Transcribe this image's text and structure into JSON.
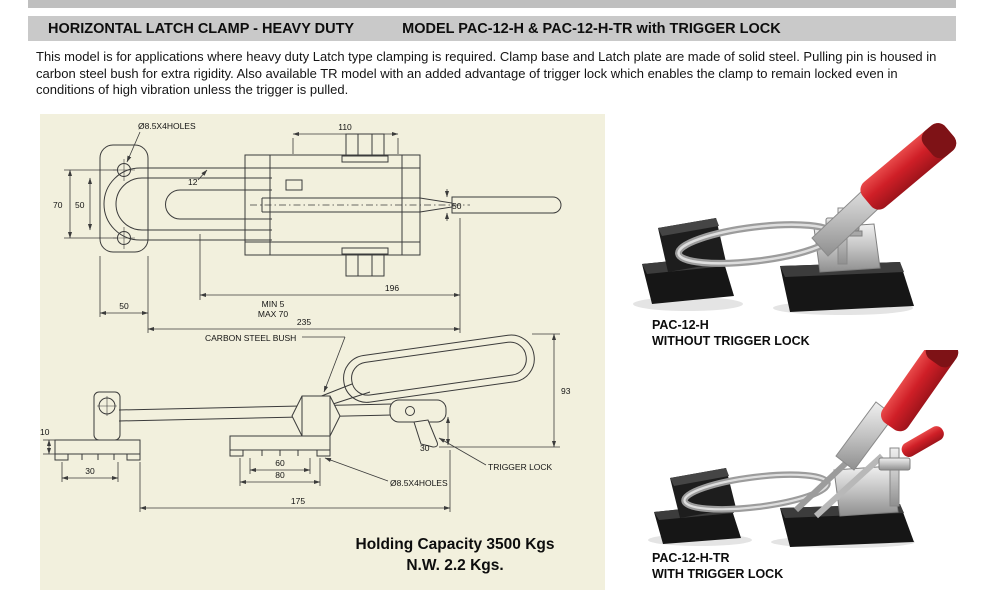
{
  "header": {
    "title": "HORIZONTAL LATCH CLAMP - HEAVY DUTY",
    "model": "MODEL PAC-12-H & PAC-12-H-TR with TRIGGER LOCK"
  },
  "description": "This model is for applications where heavy duty Latch type clamping is required. Clamp base and Latch plate are made of solid steel. Pulling pin is housed in carbon steel bush for extra rigidity. Also available TR model with an added advantage of trigger lock which enables the clamp to remain locked even in conditions of high vibration unless the trigger is pulled.",
  "drawing": {
    "top_view": {
      "holes_label": "Ø8.5X4HOLES",
      "dim_110": "110",
      "dim_12": "12",
      "dim_70": "70",
      "dim_50_left": "50",
      "dim_50_rod": "50",
      "dim_196": "196",
      "dim_min": "MIN 5",
      "dim_max": "MAX 70",
      "dim_50_base": "50",
      "dim_235": "235"
    },
    "side_view": {
      "bush_label": "CARBON STEEL BUSH",
      "dim_93": "93",
      "dim_30_trigger": "30",
      "dim_10": "10",
      "dim_30_base": "30",
      "dim_60": "60",
      "dim_80": "80",
      "holes_label": "Ø8.5X4HOLES",
      "trigger_label": "TRIGGER LOCK",
      "dim_175": "175"
    },
    "capacity_line1": "Holding Capacity 3500 Kgs",
    "capacity_line2": "N.W. 2.2 Kgs."
  },
  "products": [
    {
      "model": "PAC-12-H",
      "caption": "WITHOUT TRIGGER LOCK"
    },
    {
      "model": "PAC-12-H-TR",
      "caption": "WITH TRIGGER LOCK"
    }
  ],
  "colors": {
    "header_bg": "#c9c9c9",
    "panel_bg": "#f2f0dd",
    "handle_red": "#cf1f27",
    "line": "#3b3b3b"
  }
}
